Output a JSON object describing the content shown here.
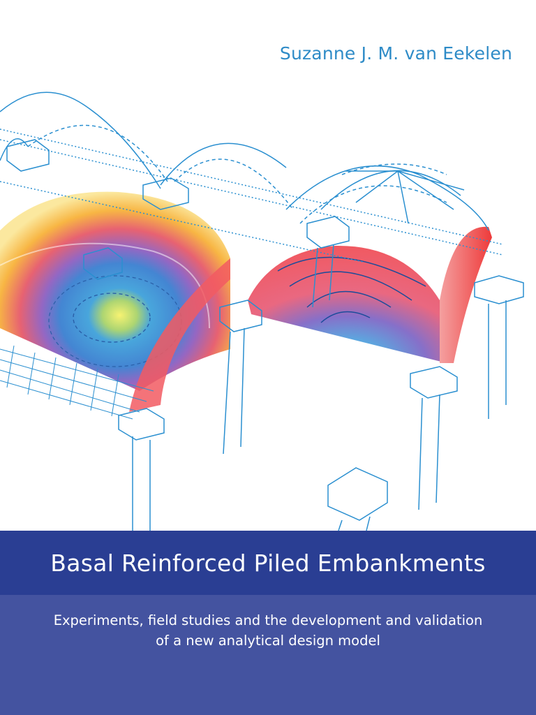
{
  "cover": {
    "author": "Suzanne J. M. van Eekelen",
    "title": "Basal Reinforced Piled Embankments",
    "subtitle_line1": "Experiments, field studies and the development and validation",
    "subtitle_line2": "of a new analytical design model"
  },
  "colors": {
    "author_text": "#2e8bc7",
    "title_band": "#2a3e93",
    "subtitle_band": "#4453a0",
    "line_art": "#2a8fd0"
  },
  "illustration": {
    "name": "piled-embankment-arching-diagram"
  }
}
